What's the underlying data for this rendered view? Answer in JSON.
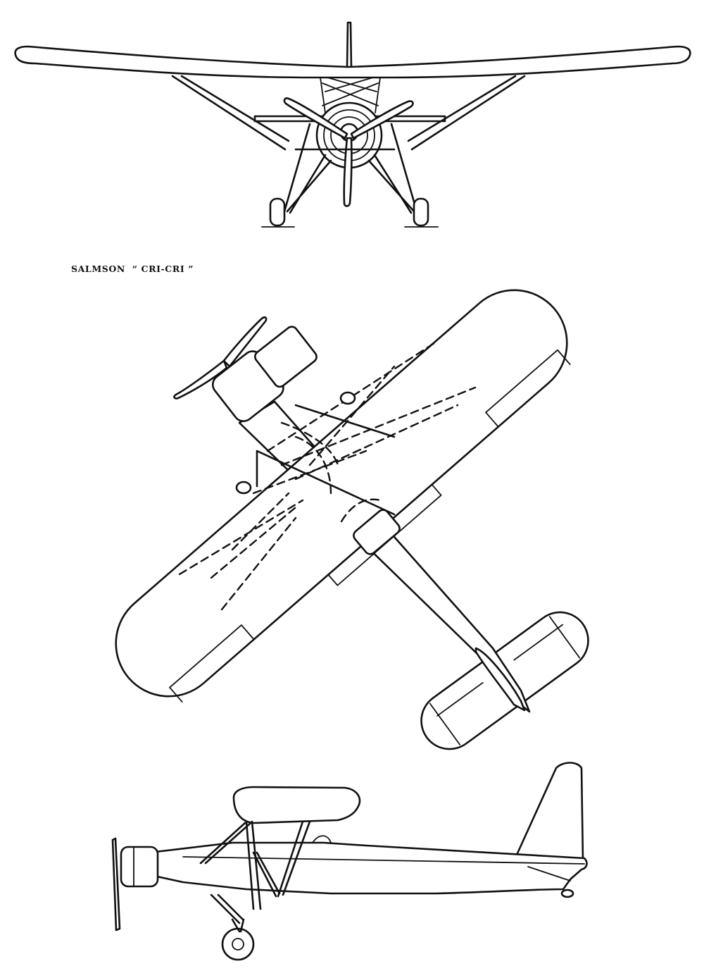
{
  "drawing": {
    "caption": "SALMSON  “ CRI-CRI ”",
    "views": [
      "front-view",
      "top-view",
      "side-view"
    ],
    "line_color": "#111111",
    "background_color": "#ffffff"
  }
}
